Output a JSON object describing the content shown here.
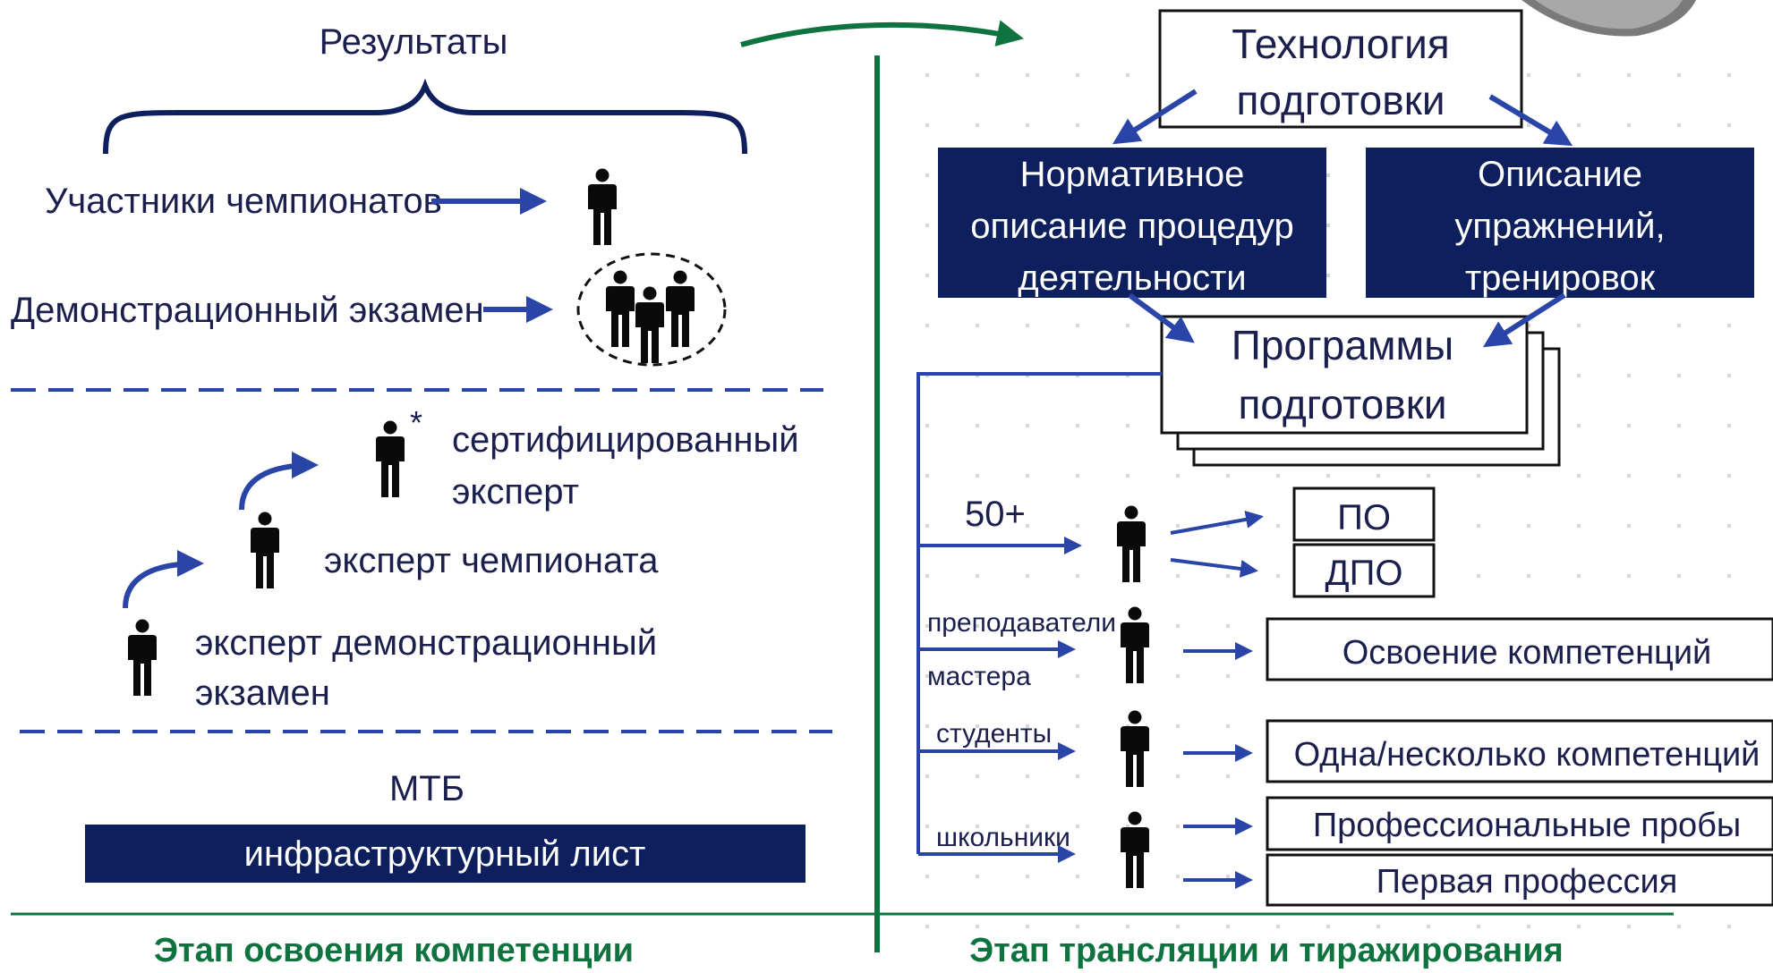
{
  "left": {
    "results_label": "Результаты",
    "participants_label": "Участники чемпионатов",
    "demo_exam_label": "Демонстрационный экзамен",
    "certified_expert_line1": "сертифицированный",
    "certified_expert_line2": "эксперт",
    "certified_mark": "*",
    "championship_expert": "эксперт чемпионата",
    "demo_expert_line1": "эксперт демонстрационный",
    "demo_expert_line2": "экзамен",
    "mtb_label": "МТБ",
    "infra_sheet": "инфраструктурный лист",
    "stage_title": "Этап освоения компетенции"
  },
  "right": {
    "tech_line1": "Технология",
    "tech_line2": "подготовки",
    "normative_line1": "Нормативное",
    "normative_line2": "описание процедур",
    "normative_line3": "деятельности",
    "exercises_line1": "Описание",
    "exercises_line2": "упражнений,",
    "exercises_line3": "тренировок",
    "programs_line1": "Программы",
    "programs_line2": "подготовки",
    "group_50plus": "50+",
    "box_po": "ПО",
    "box_dpo": "ДПО",
    "group_teachers": "преподаватели",
    "group_masters": "мастера",
    "box_mastering": "Освоение компетенций",
    "group_students": "студенты",
    "box_one_several": "Одна/несколько компетенций",
    "group_schoolchildren": "школьники",
    "box_prof_trials": "Профессиональные пробы",
    "box_first_profession": "Первая профессия",
    "stage_title": "Этап трансляции и тиражирования"
  },
  "colors": {
    "navy": "#0d1f5c",
    "arrow_blue": "#2a44a8",
    "green": "#0f7340",
    "text": "#1a1f4d"
  },
  "icons": [
    "person-icon",
    "group-icon",
    "arrow-icon",
    "curved-arrow-icon",
    "brace-icon"
  ]
}
